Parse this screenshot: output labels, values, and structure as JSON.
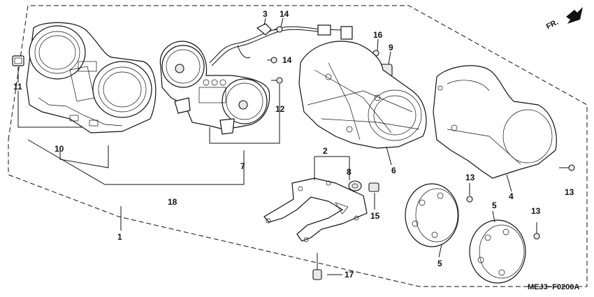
{
  "diagram": {
    "direction_label": "FR.",
    "figure_code": "MEJ3−F0200A",
    "callouts": [
      {
        "key": "c3",
        "text": "3"
      },
      {
        "key": "c14a",
        "text": "14"
      },
      {
        "key": "c16",
        "text": "16"
      },
      {
        "key": "c9",
        "text": "9"
      },
      {
        "key": "c14b",
        "text": "14"
      },
      {
        "key": "c11",
        "text": "11"
      },
      {
        "key": "c12",
        "text": "12"
      },
      {
        "key": "c10",
        "text": "10"
      },
      {
        "key": "c7",
        "text": "7"
      },
      {
        "key": "c2",
        "text": "2"
      },
      {
        "key": "c8",
        "text": "8"
      },
      {
        "key": "c6",
        "text": "6"
      },
      {
        "key": "c13a",
        "text": "13"
      },
      {
        "key": "c13b",
        "text": "13"
      },
      {
        "key": "c4",
        "text": "4"
      },
      {
        "key": "c18",
        "text": "18"
      },
      {
        "key": "c15",
        "text": "15"
      },
      {
        "key": "c1",
        "text": "1"
      },
      {
        "key": "c5a",
        "text": "5"
      },
      {
        "key": "c13c",
        "text": "13"
      },
      {
        "key": "c5b",
        "text": "5"
      },
      {
        "key": "c17",
        "text": "17"
      }
    ]
  }
}
